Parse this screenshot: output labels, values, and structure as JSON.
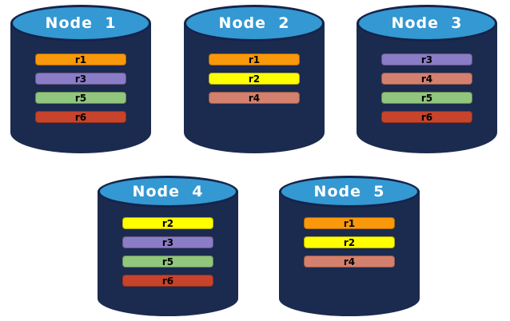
{
  "diagram": {
    "type": "database-replication-diagram",
    "nodes": [
      {
        "label": "Node  1",
        "replicas": [
          {
            "id": "r1",
            "color": "#F9980A"
          },
          {
            "id": "r3",
            "color": "#8A7CC6"
          },
          {
            "id": "r5",
            "color": "#90C67E"
          },
          {
            "id": "r6",
            "color": "#C8432B"
          }
        ]
      },
      {
        "label": "Node  2",
        "replicas": [
          {
            "id": "r1",
            "color": "#F9980A"
          },
          {
            "id": "r2",
            "color": "#FFFF00"
          },
          {
            "id": "r4",
            "color": "#D4806E"
          }
        ]
      },
      {
        "label": "Node  3",
        "replicas": [
          {
            "id": "r3",
            "color": "#8A7CC6"
          },
          {
            "id": "r4",
            "color": "#D4806E"
          },
          {
            "id": "r5",
            "color": "#90C67E"
          },
          {
            "id": "r6",
            "color": "#C8432B"
          }
        ]
      },
      {
        "label": "Node  4",
        "replicas": [
          {
            "id": "r2",
            "color": "#FFFF00"
          },
          {
            "id": "r3",
            "color": "#8A7CC6"
          },
          {
            "id": "r5",
            "color": "#90C67E"
          },
          {
            "id": "r6",
            "color": "#C8432B"
          }
        ]
      },
      {
        "label": "Node  5",
        "replicas": [
          {
            "id": "r1",
            "color": "#F9980A"
          },
          {
            "id": "r2",
            "color": "#FFFF00"
          },
          {
            "id": "r4",
            "color": "#D4806E"
          }
        ]
      }
    ]
  },
  "colors": {
    "background": "#FFFFFF",
    "cylinder_body": "#1B2A4F",
    "cylinder_top": "#3498D2",
    "cylinder_outline": "#14244A",
    "title_text": "#FFFFFF",
    "bar_text": "#000000"
  }
}
